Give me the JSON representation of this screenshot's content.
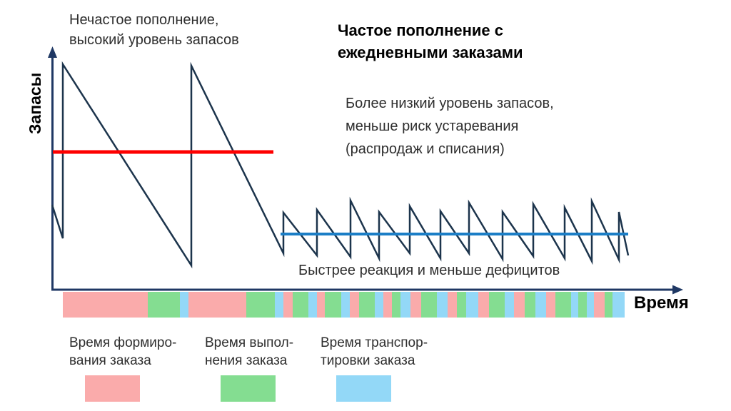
{
  "annotations": {
    "infrequent": "Нечастое пополнение,\nвысокий уровень запасов",
    "frequent_title": "Частое пополнение с\nежедневными заказами",
    "frequent_benefits": "Более низкий уровень запасов,\nменьше риск устаревания\n(распродаж и списания)",
    "faster_reaction": "Быстрее реакция и меньше дефицитов"
  },
  "axes": {
    "y_label": "Запасы",
    "x_label": "Время"
  },
  "legend": {
    "items": [
      {
        "label": "Время формиро-\nвания заказа",
        "color_key": "pink"
      },
      {
        "label": "Время выпол-\nнения заказа",
        "color_key": "green"
      },
      {
        "label": "Время транспор-\nтировки заказа",
        "color_key": "blue"
      }
    ]
  },
  "colors": {
    "axis": "#1F3864",
    "sawtooth": "#1C344C",
    "red_line": "#FE0000",
    "blue_line": "#1B7EC6",
    "pink": "#FAABAB",
    "green": "#84DD91",
    "blue": "#93D8F7"
  },
  "chart_data": {
    "type": "line",
    "title": "Сравнение стратегий пополнения запасов: нечастое пополнение с высоким уровнем запасов против частого пополнения с ежедневными заказами",
    "xlabel": "Время",
    "ylabel": "Запасы",
    "axis_values": "qualitative — no numeric ticks shown; coordinates below are screen pixels of the 1024x576 image, y grows downward",
    "grid": false,
    "legend_position": "bottom-left",
    "series": [
      {
        "name": "inventory-level-sawtooth",
        "color_key": "sawtooth",
        "width": 2.5,
        "points": [
          [
            73,
            287
          ],
          [
            88,
            334
          ],
          [
            88,
            90
          ],
          [
            268,
            372
          ],
          [
            268,
            92
          ],
          [
            397,
            355
          ],
          [
            397,
            298
          ],
          [
            444,
            358
          ],
          [
            444,
            294
          ],
          [
            491,
            360
          ],
          [
            491,
            281
          ],
          [
            531,
            362
          ],
          [
            531,
            297
          ],
          [
            574,
            355
          ],
          [
            574,
            289
          ],
          [
            617,
            362
          ],
          [
            617,
            296
          ],
          [
            657,
            355
          ],
          [
            657,
            284
          ],
          [
            704,
            363
          ],
          [
            704,
            297
          ],
          [
            747,
            359
          ],
          [
            747,
            286
          ],
          [
            791,
            362
          ],
          [
            791,
            291
          ],
          [
            829,
            366
          ],
          [
            829,
            282
          ],
          [
            867,
            364
          ],
          [
            867,
            297
          ],
          [
            880,
            358
          ]
        ]
      },
      {
        "name": "average-level-infrequent-replenishment",
        "color_key": "red_line",
        "width": 5,
        "points": [
          [
            74,
            213
          ],
          [
            383,
            213
          ]
        ]
      },
      {
        "name": "average-level-frequent-replenishment",
        "color_key": "blue_line",
        "width": 4,
        "points": [
          [
            393,
            328
          ],
          [
            880,
            328
          ]
        ]
      }
    ],
    "x_axis": {
      "from": [
        72,
        406
      ],
      "to": [
        944,
        406
      ],
      "arrow": [
        [
          957,
          406
        ],
        [
          942,
          399.5
        ],
        [
          942,
          412.5
        ]
      ]
    },
    "y_axis": {
      "from": [
        73.5,
        407
      ],
      "to": [
        73.5,
        80
      ],
      "arrow": [
        [
          73.5,
          65
        ],
        [
          67,
          81
        ],
        [
          80,
          81
        ]
      ]
    },
    "timeline_bar": {
      "y": 409,
      "height": 36,
      "segments": [
        {
          "color": "pink",
          "x": 88,
          "w": 119
        },
        {
          "color": "green",
          "x": 207,
          "w": 45
        },
        {
          "color": "blue",
          "x": 252,
          "w": 12
        },
        {
          "color": "pink",
          "x": 264,
          "w": 81
        },
        {
          "color": "green",
          "x": 345,
          "w": 40
        },
        {
          "color": "blue",
          "x": 385,
          "w": 12
        },
        {
          "color": "pink",
          "x": 397,
          "w": 13
        },
        {
          "color": "green",
          "x": 410,
          "w": 22
        },
        {
          "color": "blue",
          "x": 432,
          "w": 12
        },
        {
          "color": "pink",
          "x": 444,
          "w": 11
        },
        {
          "color": "green",
          "x": 455,
          "w": 23
        },
        {
          "color": "blue",
          "x": 478,
          "w": 12
        },
        {
          "color": "pink",
          "x": 490,
          "w": 13
        },
        {
          "color": "green",
          "x": 503,
          "w": 22
        },
        {
          "color": "blue",
          "x": 525,
          "w": 12
        },
        {
          "color": "pink",
          "x": 537,
          "w": 12
        },
        {
          "color": "green",
          "x": 549,
          "w": 12
        },
        {
          "color": "blue",
          "x": 561,
          "w": 14
        },
        {
          "color": "pink",
          "x": 575,
          "w": 15
        },
        {
          "color": "green",
          "x": 590,
          "w": 22
        },
        {
          "color": "blue",
          "x": 612,
          "w": 15
        },
        {
          "color": "pink",
          "x": 627,
          "w": 13
        },
        {
          "color": "green",
          "x": 640,
          "w": 13
        },
        {
          "color": "blue",
          "x": 653,
          "w": 17
        },
        {
          "color": "pink",
          "x": 670,
          "w": 15
        },
        {
          "color": "green",
          "x": 685,
          "w": 22
        },
        {
          "color": "blue",
          "x": 707,
          "w": 13
        },
        {
          "color": "pink",
          "x": 720,
          "w": 15
        },
        {
          "color": "green",
          "x": 735,
          "w": 15
        },
        {
          "color": "blue",
          "x": 750,
          "w": 15
        },
        {
          "color": "pink",
          "x": 765,
          "w": 13
        },
        {
          "color": "green",
          "x": 778,
          "w": 22
        },
        {
          "color": "blue",
          "x": 800,
          "w": 10
        },
        {
          "color": "green",
          "x": 810,
          "w": 12
        },
        {
          "color": "blue",
          "x": 822,
          "w": 10
        },
        {
          "color": "pink",
          "x": 832,
          "w": 15
        },
        {
          "color": "green",
          "x": 847,
          "w": 11
        },
        {
          "color": "blue",
          "x": 858,
          "w": 17
        }
      ]
    }
  }
}
